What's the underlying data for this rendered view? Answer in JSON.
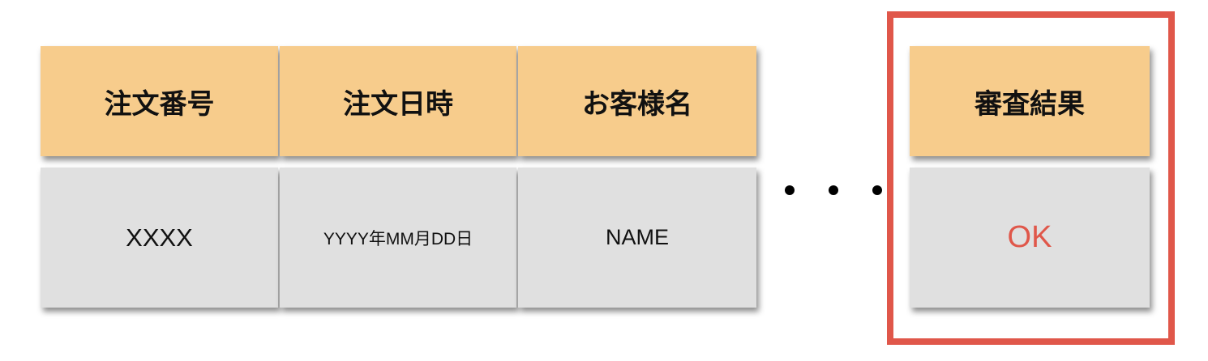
{
  "columns": [
    {
      "header": "注文番号",
      "value": "XXXX"
    },
    {
      "header": "注文日時",
      "value": "YYYY年MM月DD日"
    },
    {
      "header": "お客様名",
      "value": "NAME"
    }
  ],
  "result_column": {
    "header": "審査結果",
    "value": "OK"
  },
  "colors": {
    "header_fill": "#f7cc8c",
    "value_fill": "#e0e0e0",
    "highlight_border": "#e0574a",
    "result_text": "#e0574a"
  }
}
